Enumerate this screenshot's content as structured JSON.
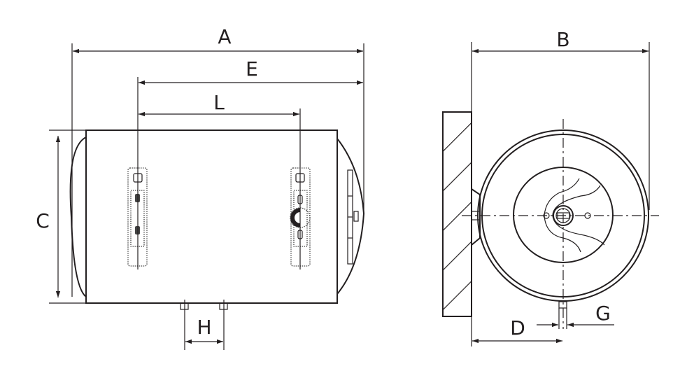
{
  "dimensions": {
    "A": "A",
    "B": "B",
    "C": "C",
    "D": "D",
    "E": "E",
    "G": "G",
    "H": "H",
    "L": "L"
  },
  "colors": {
    "line": "#231f20",
    "background": "#ffffff"
  }
}
